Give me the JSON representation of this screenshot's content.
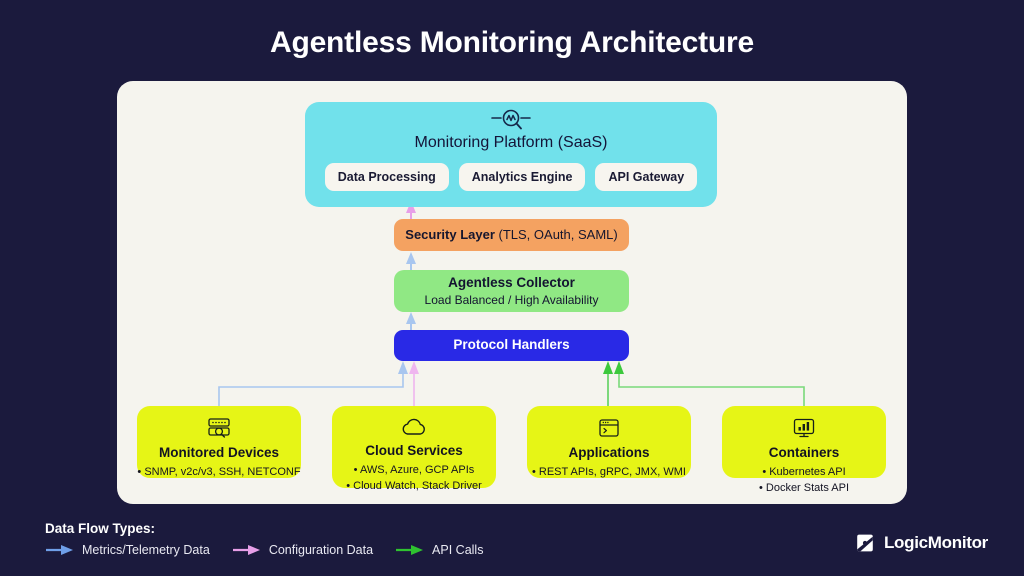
{
  "title": "Agentless Monitoring Architecture",
  "colors": {
    "background": "#1b1a3d",
    "canvas": "#f5f4ee",
    "platform": "#71e1eb",
    "security": "#f4a261",
    "collector": "#90e884",
    "protocol": "#2929e6",
    "source": "#e6f516",
    "metrics_flow": "#6f9fe8",
    "config_flow": "#e79fe8",
    "api_flow": "#2fc230"
  },
  "platform": {
    "icon": "magnifier-pulse-icon",
    "title": "Monitoring Platform",
    "title_light": "(SaaS)",
    "chips": [
      {
        "label": "Data Processing"
      },
      {
        "label": "Analytics Engine"
      },
      {
        "label": "API Gateway"
      }
    ]
  },
  "security": {
    "title": "Security Layer",
    "title_light": "(TLS, OAuth, SAML)"
  },
  "collector": {
    "title": "Agentless Collector",
    "subtitle": "Load Balanced / High Availability"
  },
  "protocol": {
    "title": "Protocol Handlers"
  },
  "sources": [
    {
      "id": "devices",
      "icon": "server-rack-search-icon",
      "title": "Monitored Devices",
      "bullets": [
        "• SNMP, v2c/v3, SSH, NETCONF"
      ]
    },
    {
      "id": "cloud",
      "icon": "cloud-icon",
      "title": "Cloud Services",
      "bullets": [
        "• AWS, Azure, GCP APIs",
        "• Cloud Watch, Stack Driver"
      ]
    },
    {
      "id": "apps",
      "icon": "app-window-code-icon",
      "title": "Applications",
      "bullets": [
        "• REST APIs, gRPC, JMX, WMI"
      ]
    },
    {
      "id": "containers",
      "icon": "monitor-barchart-icon",
      "title": "Containers",
      "bullets": [
        "• Kubernetes API",
        "• Docker Stats API"
      ]
    }
  ],
  "legend": {
    "title": "Data Flow Types:",
    "items": [
      {
        "label": "Metrics/Telemetry Data",
        "color": "#6f9fe8",
        "icon": "arrow-right-icon"
      },
      {
        "label": "Configuration Data",
        "color": "#e79fe8",
        "icon": "arrow-right-icon"
      },
      {
        "label": "API Calls",
        "color": "#2fc230",
        "icon": "arrow-right-icon"
      }
    ]
  },
  "brand": {
    "name": "LogicMonitor",
    "icon": "logicmonitor-logo-icon"
  }
}
